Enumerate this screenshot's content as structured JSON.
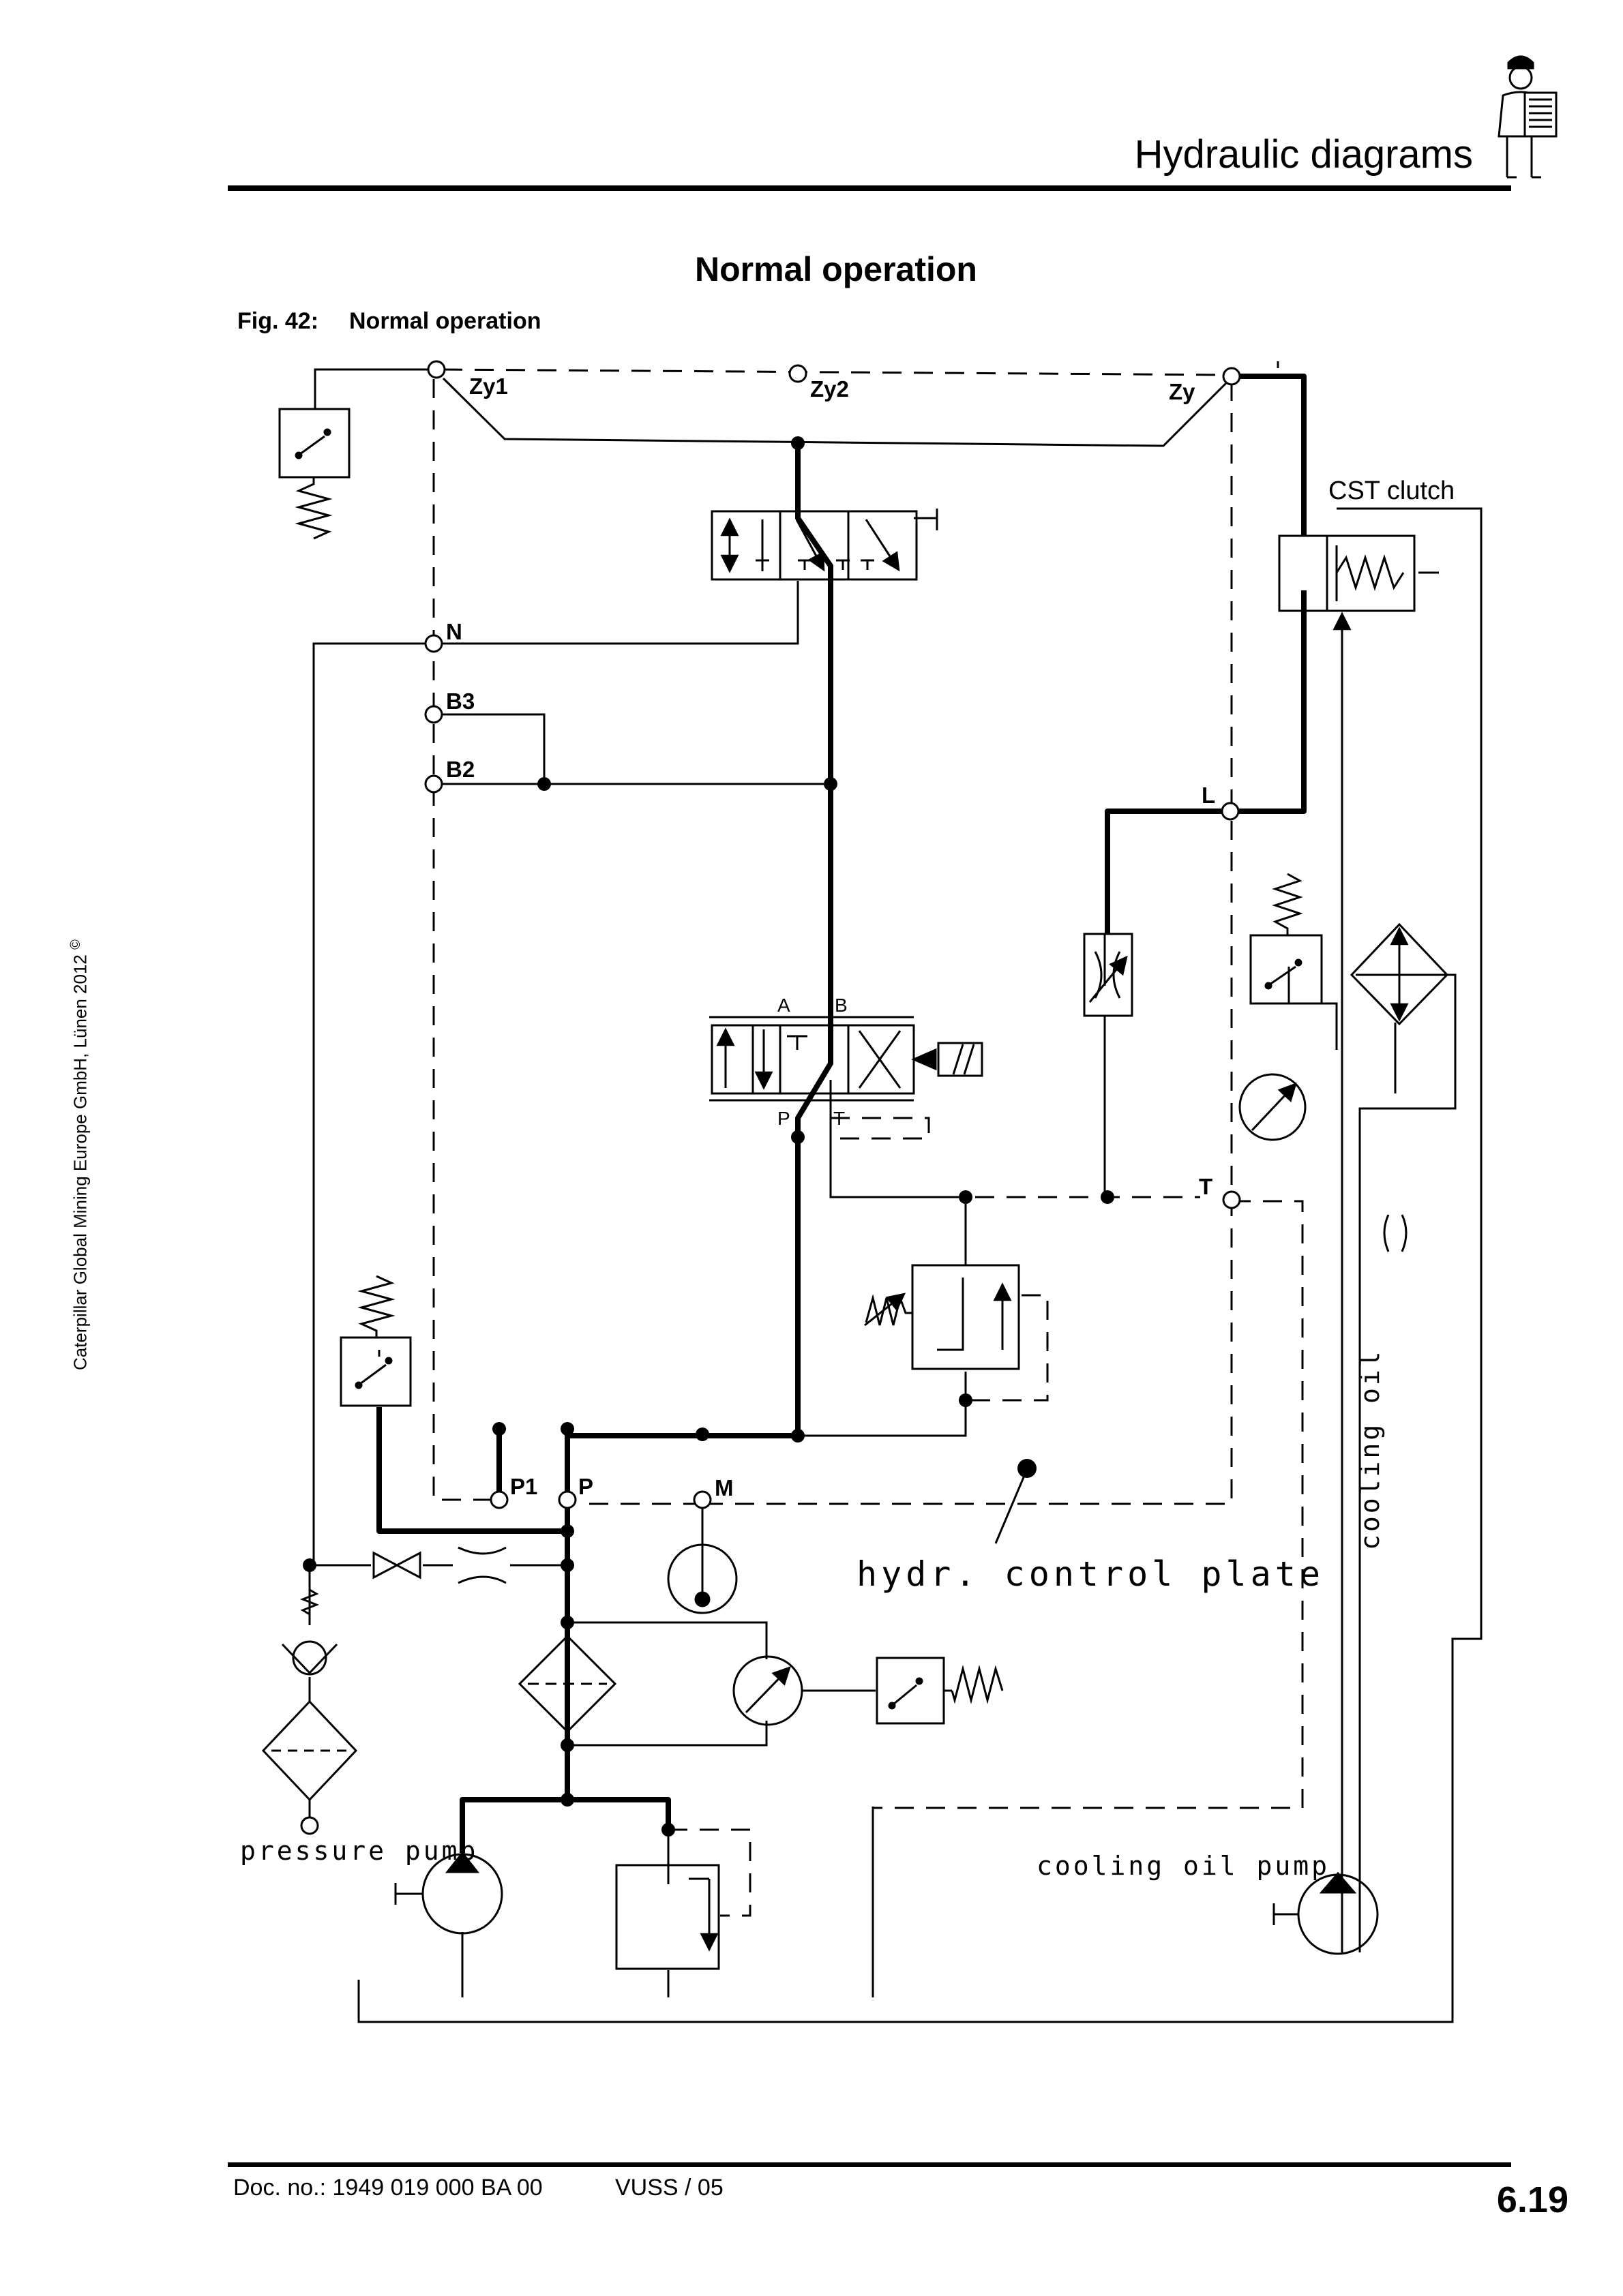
{
  "header": {
    "section_title": "Hydraulic diagrams",
    "icon": "technician-clipboard-icon"
  },
  "page_heading": "Normal operation",
  "figure": {
    "number": "Fig. 42:",
    "caption": "Normal operation"
  },
  "copyright": "Caterpillar Global Mining Europe GmbH, Lünen 2012",
  "copyright_symbol": "©",
  "diagram": {
    "port_labels": {
      "zy1": "Zy1",
      "zy2": "Zy2",
      "zy": "Zy",
      "n": "N",
      "b3": "B3",
      "b2": "B2",
      "l": "L",
      "t": "T",
      "p1": "P1",
      "p": "P",
      "m": "M"
    },
    "valve_ports": {
      "a": "A",
      "b": "B",
      "p": "P",
      "t": "T",
      "t_mark": "T"
    },
    "component_labels": {
      "cst_clutch": "CST clutch",
      "hydr_control_plate": "hydr. control plate",
      "cooling_oil": "cooling oil",
      "pressure_pump": "pressure pump",
      "cooling_oil_pump": "cooling oil pump"
    }
  },
  "footer": {
    "doc_no": "Doc. no.: 1949 019 000 BA 00",
    "doc_ref": "VUSS / 05",
    "page_number": "6.19"
  }
}
